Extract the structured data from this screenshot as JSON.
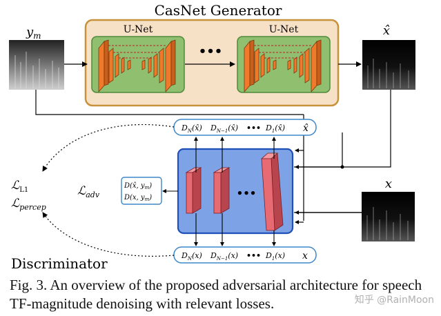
{
  "generator": {
    "title": "CasNet Generator",
    "unet_label_left": "U-Net",
    "unet_label_right": "U-Net",
    "ellipsis": "•••"
  },
  "inputs": {
    "noisy": "y",
    "noisy_sub": "m",
    "output_hat": "x̂",
    "clean": "x"
  },
  "discriminator": {
    "title": "Discriminator",
    "top_row": {
      "d_n": "D",
      "d_n_sub": "N",
      "d_n_arg": "(x̂)",
      "d_n1": "D",
      "d_n1_sub": "N−1",
      "d_n1_arg": "(x̂)",
      "dots": "•••",
      "d_1": "D",
      "d_1_sub": "1",
      "d_1_arg": "(x̂)",
      "tail": "x̂"
    },
    "bottom_row": {
      "d_n": "D",
      "d_n_sub": "N",
      "d_n_arg": "(x)",
      "d_n1": "D",
      "d_n1_sub": "N−1",
      "d_n1_arg": "(x)",
      "dots": "•••",
      "d_1": "D",
      "d_1_sub": "1",
      "d_1_arg": "(x)",
      "tail": "x"
    },
    "out_fake": "D(x̂, y",
    "out_fake_sub": "m",
    "out_fake_close": ")",
    "out_real": "D(x, y",
    "out_real_sub": "m",
    "out_real_close": ")",
    "dots": "•••"
  },
  "losses": {
    "l1": "ℒ",
    "l1_sub": "L1",
    "percep": "ℒ",
    "percep_sub": "percep",
    "adv": "ℒ",
    "adv_sub": "adv"
  },
  "caption": {
    "text": "Fig. 3. An overview of the proposed adversarial architecture for speech TF-magnitude denoising with relevant losses."
  },
  "watermark": "知乎 @RainMoon",
  "colors": {
    "generator_fill": "#f6e0c6",
    "generator_border": "#c8923a",
    "unet_fill": "#8fbf6f",
    "unet_border": "#4d8a3a",
    "unet_blocks": "#f07a2a",
    "disc_fill": "#7ea2e6",
    "disc_border": "#1f4fb8",
    "disc_blocks": "#e86a72",
    "pill_border": "#3b87c9"
  }
}
